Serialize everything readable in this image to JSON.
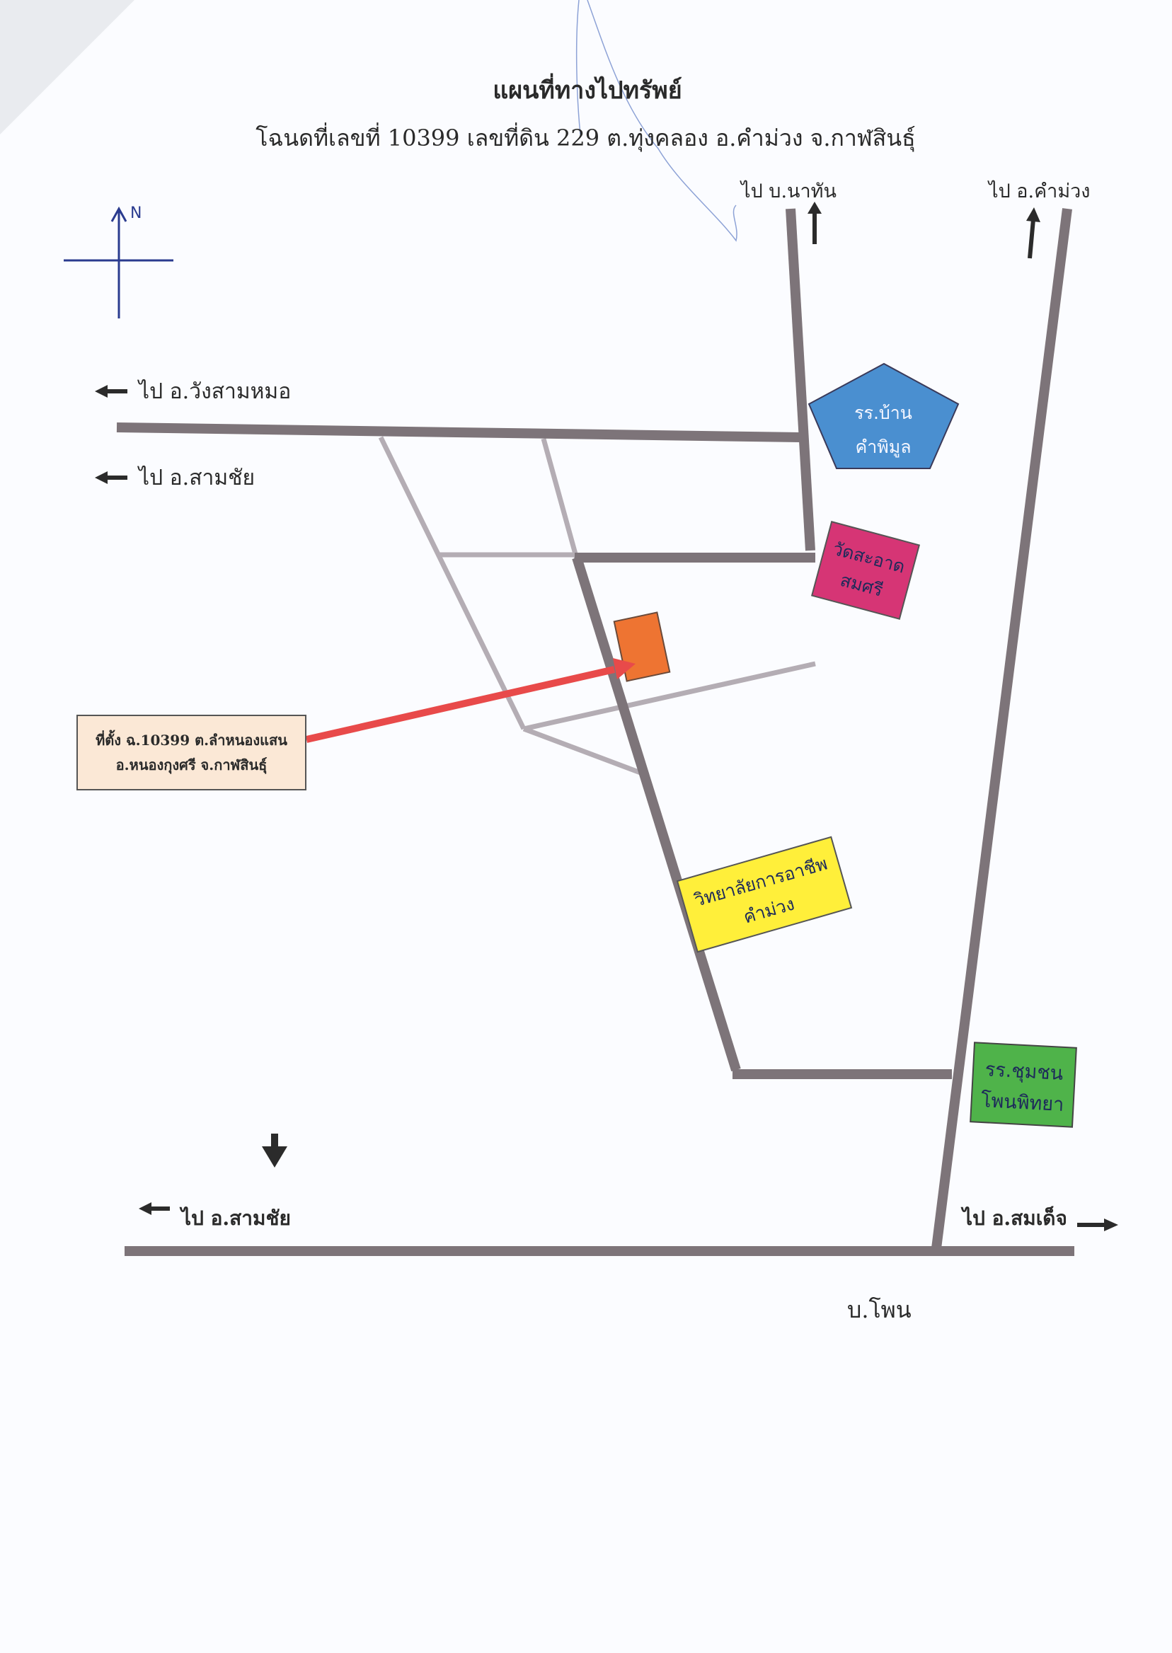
{
  "header": {
    "title": "แผนที่ทางไปทรัพย์",
    "subtitle": "โฉนดที่เลขที่ 10399 เลขที่ดิน 229 ต.ทุ่งคลอง อ.คำม่วง จ.กาฬสินธุ์"
  },
  "compass": {
    "letter": "N",
    "icon": "north-arrow-icon"
  },
  "directions": {
    "to_na_than": "ไป บ.นาทัน",
    "to_kham_muang": "ไป อ.คำม่วง",
    "to_wang_sam_mo": "ไป อ.วังสามหมอ",
    "to_sam_chai_upper": "ไป อ.สามชัย",
    "to_sam_chai_lower": "ไป อ.สามชัย",
    "to_somdet": "ไป อ.สมเด็จ"
  },
  "village_label": "บ.โพน",
  "landmarks": {
    "school_kham_phi_mun": {
      "line1": "รร.บ้าน",
      "line2": "คำพิมูล",
      "color": "#4a8fd0"
    },
    "wat_sa_at_som_si": {
      "line1": "วัดสะอาด",
      "line2": "สมศรี",
      "color": "#d63575"
    },
    "college": {
      "line1": "วิทยาลัยการอาชีพ",
      "line2": "คำม่วง",
      "color": "#ffef3a"
    },
    "school_phon_phitthaya": {
      "line1": "รร.ชุมชน",
      "line2": "โพนพิทยา",
      "color": "#4fb34a"
    }
  },
  "property": {
    "label_line1": "ที่ตั้ง ฉ.10399 ต.ลำหนองแสน",
    "label_line2": "อ.หนองกุงศรี จ.กาฬสินธุ์",
    "marker_color": "#ee7432",
    "pointer_color": "#e84a4a",
    "label_bg": "#fbe8d6"
  },
  "colors": {
    "main_road": "#7d7479",
    "minor_road": "#b4adb4",
    "arrow": "#2b2b2b",
    "compass": "#2a3b8f"
  }
}
